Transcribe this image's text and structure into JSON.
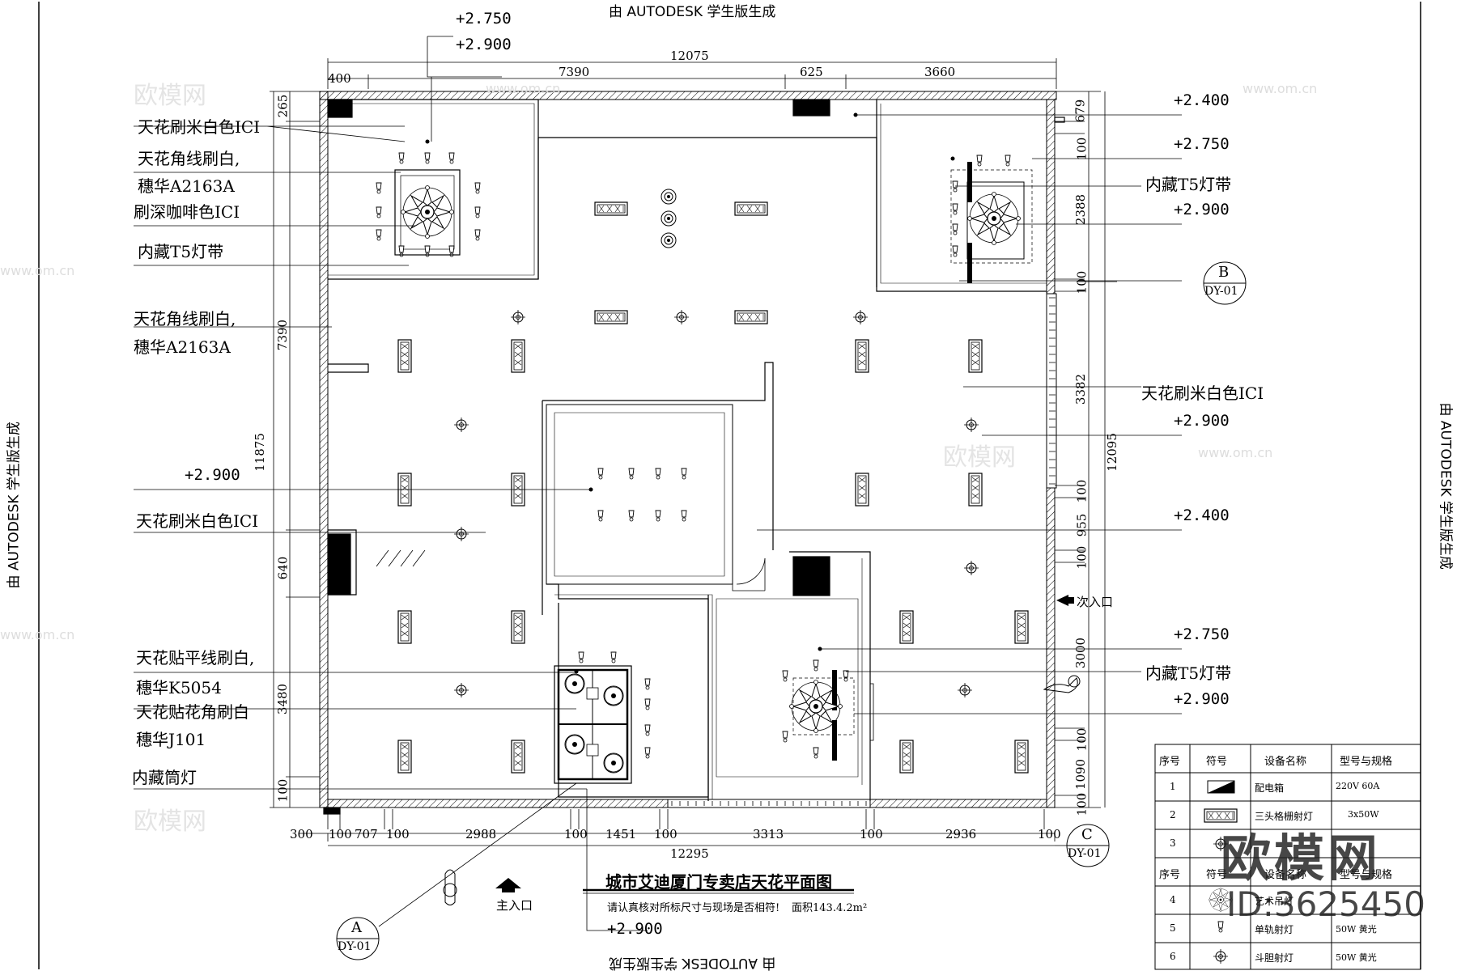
{
  "stamp": {
    "text": "由 AUTODESK 学生版生成"
  },
  "watermark": {
    "site": "www.om.cn"
  },
  "logo": {
    "brand": "欧模网",
    "id": "ID:3625450"
  },
  "dims": {
    "top_total": "12075",
    "top_segments": [
      "400",
      "7390",
      "625",
      "3660"
    ],
    "bottom_total": "12295",
    "bottom_segments": [
      "300",
      "100",
      "707",
      "100",
      "2988",
      "100",
      "1451",
      "100",
      "3313",
      "100",
      "2936",
      "100"
    ],
    "left_total": "11875",
    "left_segments": [
      "265",
      "7390",
      "640",
      "3480",
      "100"
    ],
    "right_total": "12095",
    "right_segments": [
      "679",
      "100",
      "2388",
      "100",
      "3382",
      "100",
      "955",
      "100",
      "3000",
      "100",
      "1090",
      "100"
    ]
  },
  "levels": {
    "top_a": "+2.750",
    "top_b": "+2.900",
    "r1": "+2.400",
    "r2": "+2.750",
    "r3": "+2.900",
    "r4": "+2.900",
    "r5": "+2.400",
    "r6": "+2.750",
    "r7": "+2.900",
    "left_level": "+2.900",
    "bottom_level": "+2.900"
  },
  "left_notes": [
    "天花刷米白色ICI",
    "天花角线刷白,",
    "穗华A2163A",
    "刷深咖啡色ICI",
    "内藏T5灯带",
    "天花角线刷白,",
    "穗华A2163A",
    "天花刷米白色ICI",
    "天花贴平线刷白,",
    "穗华K5054",
    "天花贴花角刷白",
    "穗华J101",
    "内藏筒灯"
  ],
  "right_notes": {
    "t5_top": "内藏T5灯带",
    "paint": "天花刷米白色ICI",
    "t5_bottom": "内藏T5灯带"
  },
  "markers": {
    "b": {
      "letter": "B",
      "ref": "DY-01"
    },
    "c": {
      "letter": "C",
      "ref": "DY-01"
    },
    "a": {
      "letter": "A",
      "ref": "DY-01"
    }
  },
  "entrances": {
    "main": "主入口",
    "side": "次入口"
  },
  "title": {
    "main": "城市艾迪厦门专卖店天花平面图",
    "note": "请认真核对所标尺寸与现场是否相符!",
    "area": "面积143.4.2m²"
  },
  "legend": {
    "headers": [
      "序号",
      "符号",
      "设备名称",
      "型号与规格"
    ],
    "rows_top": [
      {
        "no": "1",
        "name": "配电箱",
        "spec": "220V 60A"
      },
      {
        "no": "2",
        "name": "三头格栅射灯",
        "spec": "3x50W"
      },
      {
        "no": "3",
        "name": "",
        "spec": ""
      }
    ],
    "headers2": [
      "序号",
      "符号",
      "设备名称",
      "型号与规格"
    ],
    "rows_bottom": [
      {
        "no": "4",
        "name": "艺术吊灯",
        "spec": ""
      },
      {
        "no": "5",
        "name": "单轨射灯",
        "spec": "50W  黄光"
      },
      {
        "no": "6",
        "name": "斗胆射灯",
        "spec": "50W  黄光"
      }
    ]
  }
}
